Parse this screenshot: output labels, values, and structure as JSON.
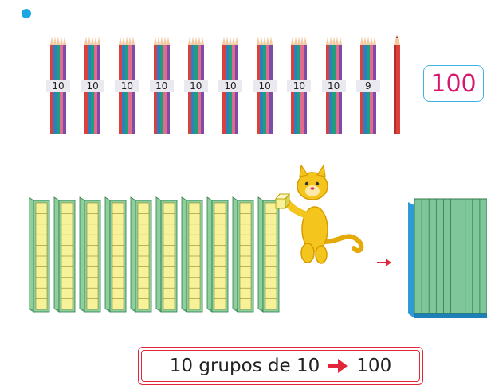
{
  "pencil_bundles": [
    {
      "label": "10"
    },
    {
      "label": "10"
    },
    {
      "label": "10"
    },
    {
      "label": "10"
    },
    {
      "label": "10"
    },
    {
      "label": "10"
    },
    {
      "label": "10"
    },
    {
      "label": "10"
    },
    {
      "label": "10"
    },
    {
      "label": "9"
    }
  ],
  "count_box": {
    "value": "100"
  },
  "equation": {
    "text": "10 grupos de 10",
    "result": "100"
  },
  "colors": {
    "bullet": "#1aa7e3",
    "count_text": "#d8186f",
    "count_border": "#3fb2e3",
    "equation_border": "#e2263a",
    "arrow": "#e2263a",
    "rod_fill": "#f7f29a",
    "rod_side": "#8fcf9c",
    "flat_fill": "#7fc79a",
    "flat_side": "#2f9ad6",
    "cat": "#f4c51c"
  }
}
